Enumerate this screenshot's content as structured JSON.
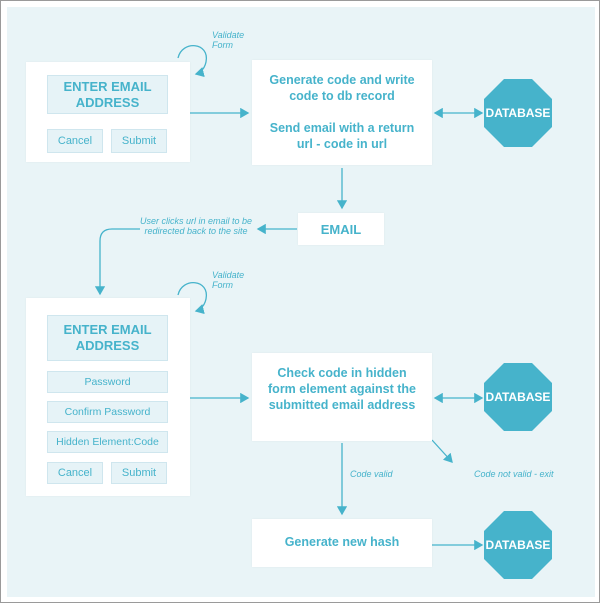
{
  "colors": {
    "accent": "#46b3cb",
    "octagon": "#46b3cb",
    "panel_bg": "#e9f4f7",
    "field_bg": "#e6f3f7"
  },
  "form1": {
    "header": "ENTER EMAIL ADDRESS",
    "cancel": "Cancel",
    "submit": "Submit",
    "validate_note": "Validate Form"
  },
  "step1": {
    "line1": "Generate code and write code to db record",
    "line2": "Send email with a return url - code in url"
  },
  "email_box": "EMAIL",
  "redirect_note": "User clicks url in email to be redirected back to the site",
  "form2": {
    "header": "ENTER EMAIL ADDRESS",
    "password": "Password",
    "confirm_password": "Confirm Password",
    "hidden": "Hidden Element:Code",
    "cancel": "Cancel",
    "submit": "Submit",
    "validate_note": "Validate Form"
  },
  "step2": "Check code in hidden form element against the submitted email address",
  "code_valid": "Code valid",
  "code_not_valid": "Code not valid - exit",
  "step3": "Generate new hash",
  "database_label": "DATABASE"
}
